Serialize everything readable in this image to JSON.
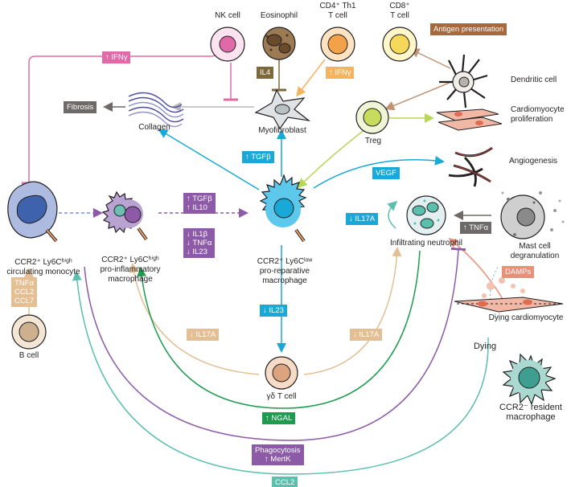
{
  "cells": {
    "nk": "NK cell",
    "eosinophil": "Eosinophil",
    "cd4": "CD4⁺ Th1\nT cell",
    "cd8": "CD8⁺\nT cell",
    "dendritic": "Dendritic cell",
    "cardio_prolif": "Cardiomyocyte\nproliferation",
    "treg": "Treg",
    "angiogenesis": "Angiogenesis",
    "collagen": "Collagen",
    "myofibroblast": "Myofibroblast",
    "monocyte": "CCR2⁺ Ly6Cʰⁱᵍʰ\ncirculating monocyte",
    "proinflam": "CCR2⁺ Ly6Cʰⁱᵍʰ\npro-inflammatory\nmacrophage",
    "prorep": "CCR2⁺ Ly6Cˡᵒʷ\npro-reparative\nmacrophage",
    "neutrophil": "Infiltrating neutrophil",
    "mast": "Mast cell\ndegranulation",
    "dying_cardio": "Dying cardiomyocyte",
    "dying": "Dying",
    "resident": "CCR2⁻ resident\nmacrophage",
    "gd": "γδ T cell",
    "bcell": "B cell"
  },
  "tags": {
    "antigen": "Antigen presentation",
    "fibrosis": "Fibrosis",
    "ifng_nk": "↑ IFNγ",
    "il4": "IL4",
    "ifng_cd4": "↑ IFNγ",
    "tgfb_up": "↑ TGFβ",
    "vegf": "VEGF",
    "tgfb_il10": "↑ TGFβ\n↑ IL10",
    "il1b_tnf_il23": "↓ IL1β\n↓ TNFα\n↓ IL23",
    "il17a_neut": "↓ IL17A",
    "tnfa_mast": "↑ TNFα",
    "damps": "DAMPs",
    "il23": "↓ IL23",
    "il17a_left": "↓ IL17A",
    "il17a_right": "↓ IL17A",
    "bcell_cyto": "TNFα\nCCL2\nCCL7",
    "ngal": "↑ NGAL",
    "phago": "Phagocytosis\n↑ MertK",
    "ccl2": "CCL2"
  },
  "colors": {
    "pink": "#e06aa8",
    "olive": "#7d6a3a",
    "orange": "#f6b35e",
    "grey": "#6d6a67",
    "blue": "#1aa9d6",
    "purple": "#8d5aa8",
    "beige": "#e3bf93",
    "salmon": "#ea8f78",
    "green": "#1e9b4f",
    "teal": "#5bbfae",
    "brown": "#a7693c"
  }
}
